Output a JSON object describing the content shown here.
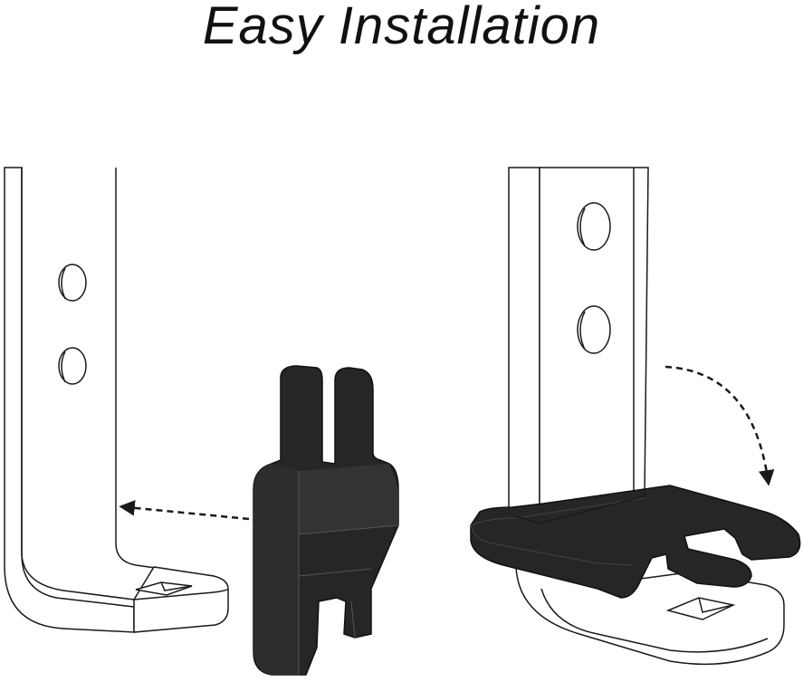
{
  "title": "Easy Installation",
  "colors": {
    "background": "#ffffff",
    "outline": "#1a1a1a",
    "part_fill": "#262626",
    "part_highlight": "#3a3a3a",
    "bracket_fill": "#ffffff"
  },
  "illustrations": [
    {
      "name": "step-1",
      "description_icon": "slide-in-arrow-icon"
    },
    {
      "name": "step-2",
      "description_icon": "rotate-down-arrow-icon"
    }
  ]
}
